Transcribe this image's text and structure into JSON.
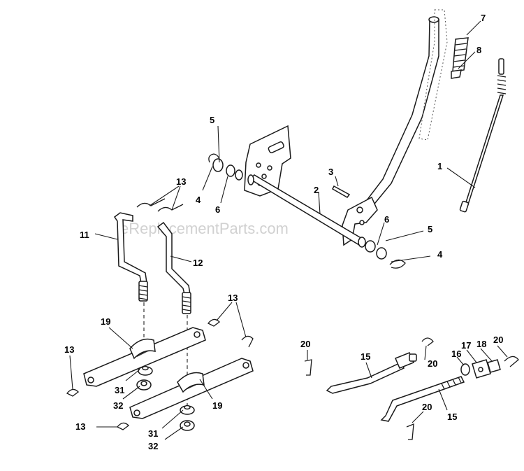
{
  "watermark": "eReplacementParts.com",
  "callouts": {
    "c1": "1",
    "c2": "2",
    "c3": "3",
    "c4a": "4",
    "c4b": "4",
    "c5a": "5",
    "c5b": "5",
    "c6a": "6",
    "c6b": "6",
    "c7": "7",
    "c8": "8",
    "c11": "11",
    "c12": "12",
    "c13a": "13",
    "c13b": "13",
    "c13c": "13",
    "c13d": "13",
    "c15a": "15",
    "c15b": "15",
    "c16": "16",
    "c17": "17",
    "c18": "18",
    "c19a": "19",
    "c19b": "19",
    "c20a": "20",
    "c20b": "20",
    "c20c": "20",
    "c20d": "20",
    "c31a": "31",
    "c31b": "31",
    "c32a": "32",
    "c32b": "32"
  }
}
